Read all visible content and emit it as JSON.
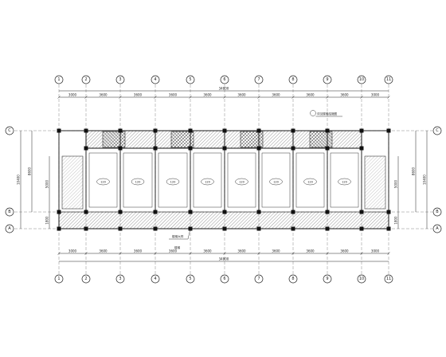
{
  "drawing": {
    "axes_top": [
      "1",
      "2",
      "3",
      "4",
      "5",
      "6",
      "7",
      "8",
      "9",
      "10",
      "11"
    ],
    "axes_bottom": [
      "1",
      "2",
      "3",
      "4",
      "5",
      "6",
      "7",
      "8",
      "9",
      "10",
      "11"
    ],
    "axes_left": [
      "C",
      "B",
      "A"
    ],
    "axes_right": [
      "C",
      "B",
      "A"
    ],
    "total_length_top": "34800",
    "total_length_bottom": "34800",
    "bays_top": [
      "3000",
      "3600",
      "3600",
      "3600",
      "3600",
      "3600",
      "3600",
      "3600",
      "3600",
      "3000"
    ],
    "bays_bottom": [
      "3000",
      "3600",
      "3600",
      "3600",
      "3600",
      "3600",
      "3600",
      "3600",
      "3600",
      "3000"
    ],
    "left_dims": [
      "10400",
      "8600",
      "5000",
      "1800"
    ],
    "right_dims": [
      "10400",
      "8600",
      "5000",
      "1800"
    ],
    "slab_thickness_labels": [
      "120",
      "120",
      "120",
      "120",
      "120",
      "120",
      "120",
      "120"
    ],
    "note_top": "详见楼梯结施图",
    "note_bottom": "楼梯大样",
    "note_bottom_sub": "楼梯",
    "colors": {
      "line": "#111111",
      "background": "#ffffff"
    }
  }
}
